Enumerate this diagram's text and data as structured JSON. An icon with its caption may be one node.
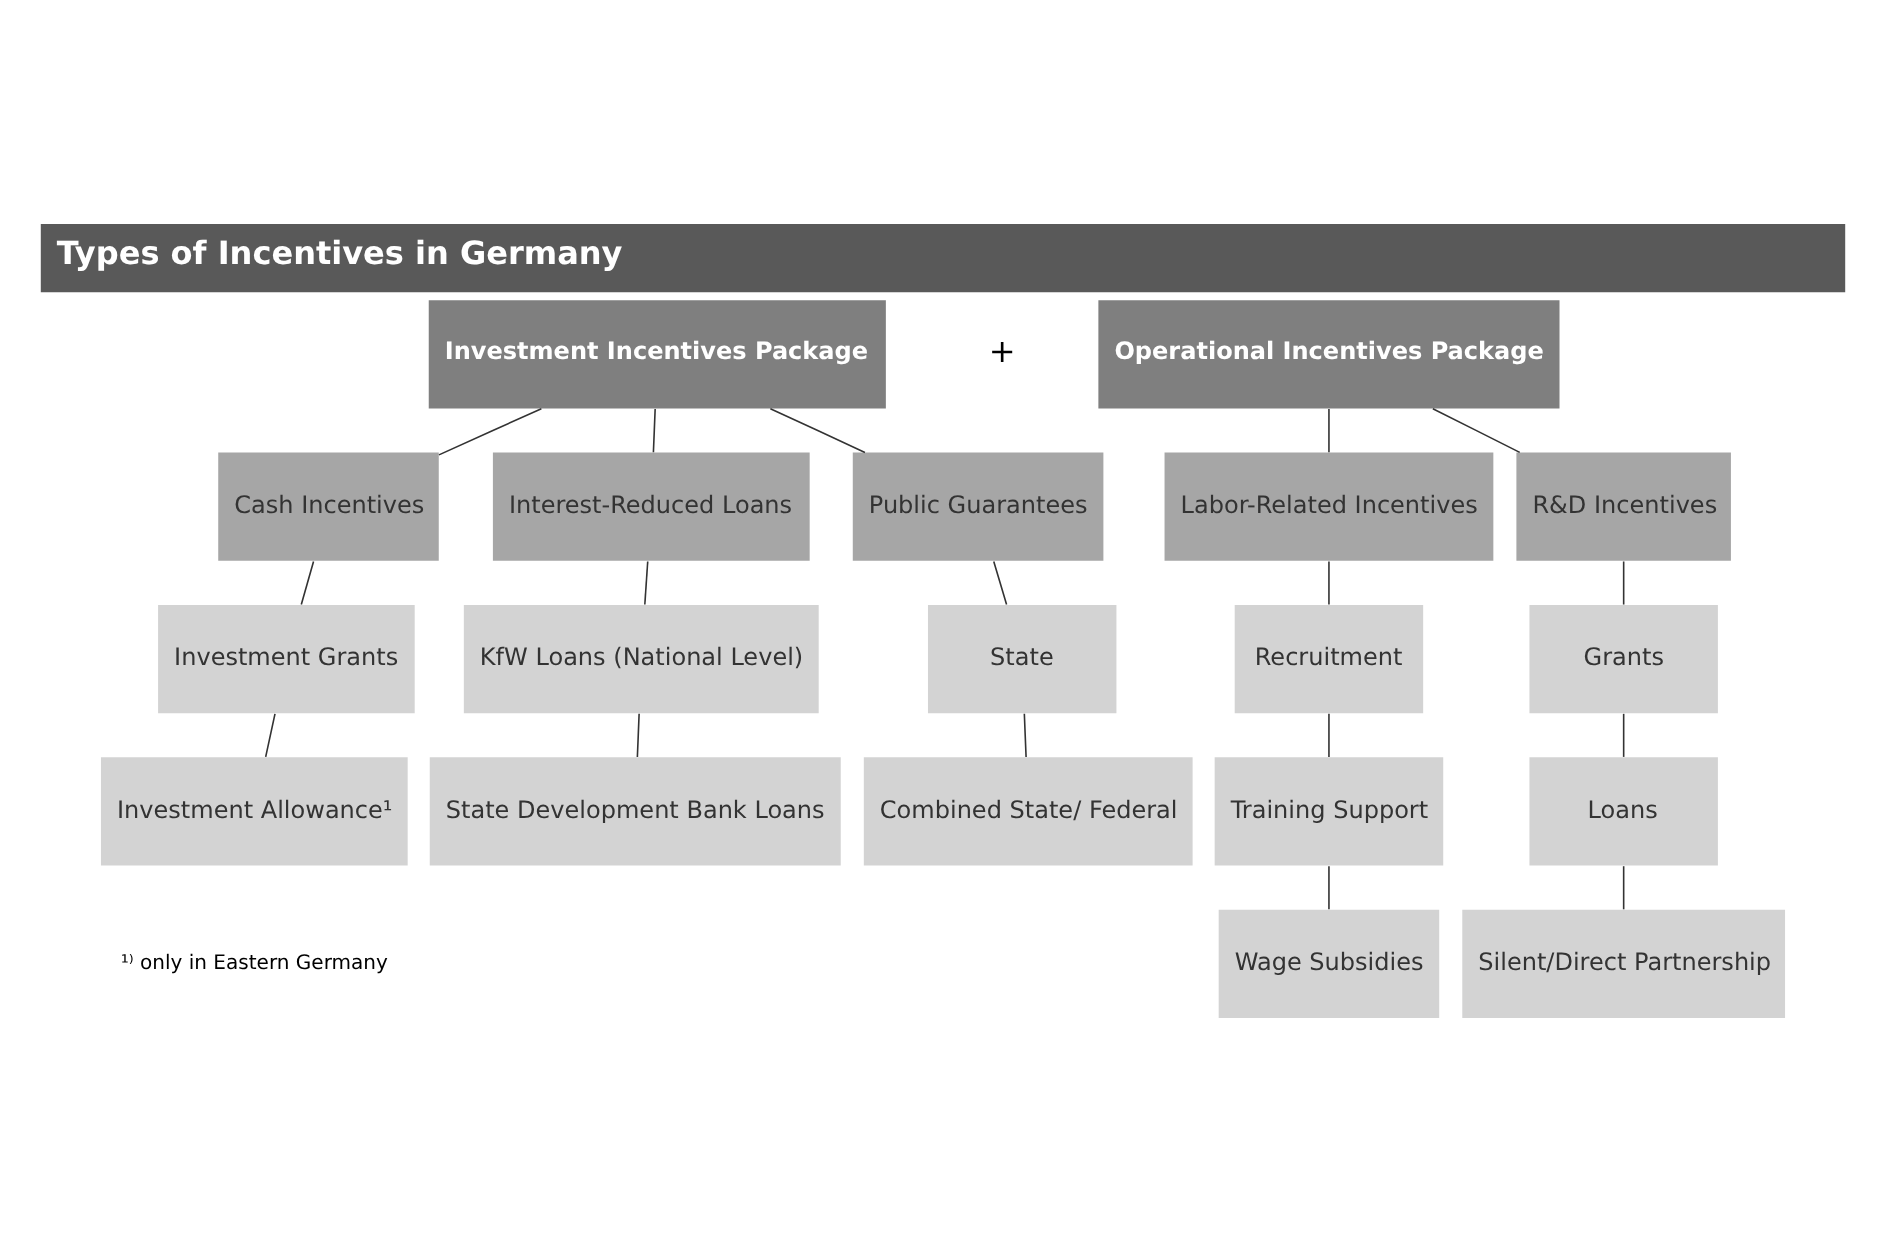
{
  "diagram": {
    "title": "Types of Incentives in Germany",
    "nodes": [
      {
        "text": [
          "Investment Incentives Package"
        ]
      },
      {
        "text": [
          "Operational Incentives Package"
        ]
      },
      {
        "text": [
          "Cash Incentives"
        ]
      },
      {
        "text": [
          "Interest-Reduced Loans"
        ]
      },
      {
        "text": [
          "Public Guarantees"
        ]
      },
      {
        "text": [
          "Investment Grants"
        ]
      },
      {
        "text": [
          "Investment Allowance¹"
        ]
      },
      {
        "text": [
          "KfW Loans (National Level)"
        ]
      },
      {
        "text": [
          "State Development Bank Loans"
        ]
      },
      {
        "text": [
          "State"
        ]
      },
      {
        "text": [
          "Combined State/ Federal"
        ]
      },
      {
        "text": [
          "Labor-Related Incentives"
        ]
      },
      {
        "text": [
          "R&D Incentives"
        ]
      },
      {
        "text": [
          "Recruitment"
        ]
      },
      {
        "text": [
          "Training Support"
        ]
      },
      {
        "text": [
          "Wage Subsidies"
        ]
      },
      {
        "text": [
          "Grants"
        ]
      },
      {
        "text": [
          "Loans"
        ]
      },
      {
        "text": [
          "Silent/Direct Partnership"
        ]
      }
    ],
    "edges": [
      {
        "from": 0,
        "to": 2,
        "arrow": "none"
      },
      {
        "from": 0,
        "to": 3,
        "arrow": "none"
      },
      {
        "from": 0,
        "to": 4,
        "arrow": "none"
      },
      {
        "from": 2,
        "to": 5,
        "arrow": "none"
      },
      {
        "from": 5,
        "to": 6,
        "arrow": "none"
      },
      {
        "from": 3,
        "to": 7,
        "arrow": "none"
      },
      {
        "from": 7,
        "to": 8,
        "arrow": "none"
      },
      {
        "from": 4,
        "to": 9,
        "arrow": "none"
      },
      {
        "from": 9,
        "to": 10,
        "arrow": "none"
      },
      {
        "from": 1,
        "to": 11,
        "arrow": "none"
      },
      {
        "from": 1,
        "to": 12,
        "arrow": "none"
      },
      {
        "from": 11,
        "to": 13,
        "arrow": "none"
      },
      {
        "from": 13,
        "to": 14,
        "arrow": "none"
      },
      {
        "from": 14,
        "to": 15,
        "arrow": "none"
      },
      {
        "from": 12,
        "to": 16,
        "arrow": "none"
      },
      {
        "from": 16,
        "to": 17,
        "arrow": "none"
      },
      {
        "from": 17,
        "to": 18,
        "arrow": "none"
      }
    ],
    "labels": [
      "+",
      "¹⁾ only in Eastern Germany"
    ]
  }
}
